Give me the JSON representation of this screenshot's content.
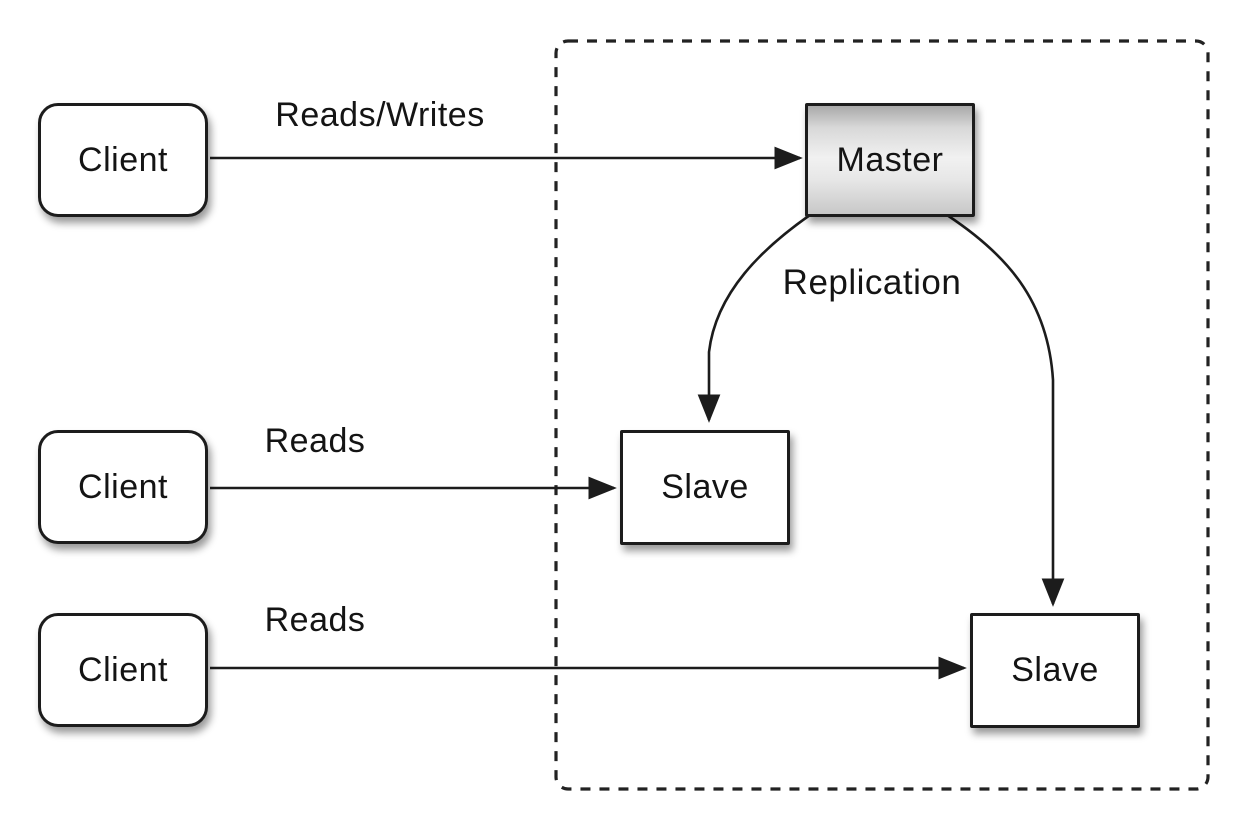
{
  "diagram": {
    "kind": "master-slave-replication-topology",
    "nodes": {
      "client1": {
        "label": "Client"
      },
      "client2": {
        "label": "Client"
      },
      "client3": {
        "label": "Client"
      },
      "master": {
        "label": "Master"
      },
      "slave1": {
        "label": "Slave"
      },
      "slave2": {
        "label": "Slave"
      }
    },
    "edges": {
      "reads_writes": {
        "label": "Reads/Writes",
        "from": "client1",
        "to": "master"
      },
      "reads_mid": {
        "label": "Reads",
        "from": "client2",
        "to": "slave1"
      },
      "reads_bot": {
        "label": "Reads",
        "from": "client3",
        "to": "slave2"
      },
      "replication_left": {
        "label": "Replication",
        "from": "master",
        "to": "slave1"
      },
      "replication_right": {
        "label": "Replication",
        "from": "master",
        "to": "slave2"
      }
    },
    "colors": {
      "stroke": "#1c1c1c",
      "node_fill": "#ffffff",
      "master_fill_top": "#a9a9a9",
      "master_fill_mid": "#f1f1f1",
      "master_fill_bottom": "#c8c8c8",
      "background": "#ffffff"
    }
  }
}
